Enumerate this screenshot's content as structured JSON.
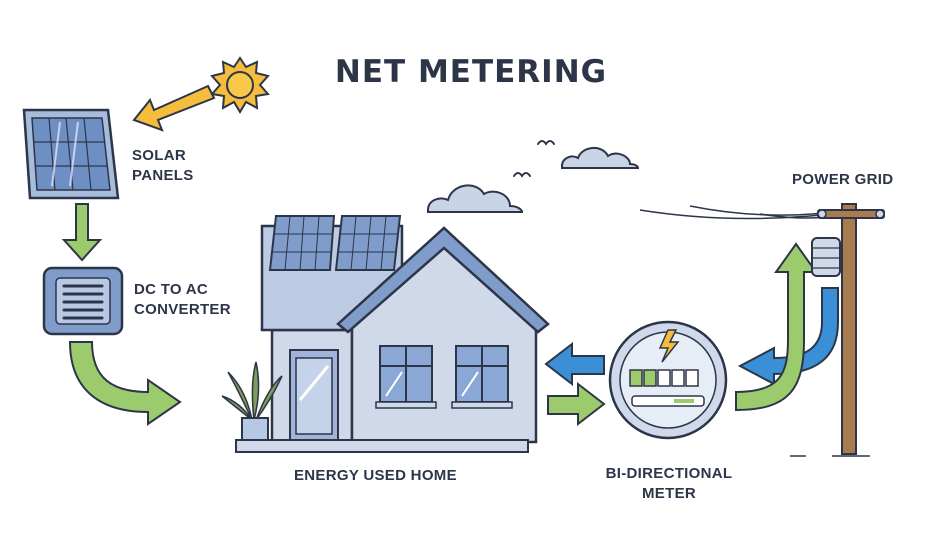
{
  "title": "NET METERING",
  "labels": {
    "solar_panels_line1": "SOLAR",
    "solar_panels_line2": "PANELS",
    "converter_line1": "DC TO AC",
    "converter_line2": "CONVERTER",
    "home": "ENERGY USED HOME",
    "meter_line1": "BI-DIRECTIONAL",
    "meter_line2": "METER",
    "grid": "POWER GRID"
  },
  "colors": {
    "outline": "#2d3548",
    "green_arrow": "#9ccb6d",
    "blue_arrow": "#3a8fd6",
    "sun": "#f6bd3c",
    "house_wall": "#cfd9ea",
    "panel_blue": "#7f9ccb",
    "pole": "#a87c4f",
    "cloud": "#c9d4e6"
  },
  "icons": [
    "sun-icon",
    "solar-panel-icon",
    "converter-icon",
    "house-icon",
    "meter-icon",
    "utility-pole-icon",
    "cloud-icon",
    "bird-icon",
    "plant-icon"
  ]
}
